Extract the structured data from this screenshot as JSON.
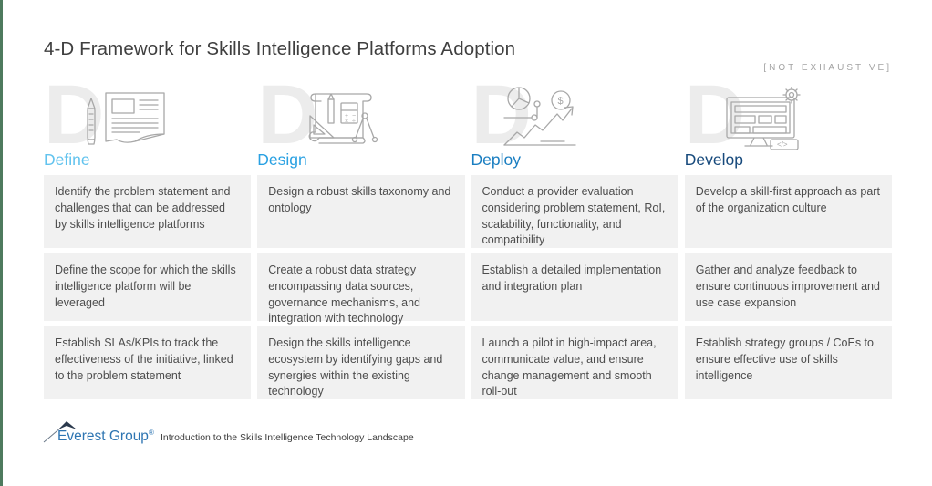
{
  "page": {
    "title": "4-D Framework for Skills Intelligence Platforms Adoption",
    "tag": "[NOT EXHAUSTIVE]",
    "accent_bar_color": "#4e7a5e"
  },
  "framework": {
    "columns": [
      {
        "label": "Define",
        "label_color": "#62c3ee",
        "icon": "document-pen-icon",
        "items": [
          "Identify the problem statement and challenges that can be addressed by skills intelligence platforms",
          "Define the scope for which the skills intelligence platform will be leveraged",
          "Establish SLAs/KPIs to track the effectiveness of the initiative, linked to the problem statement"
        ]
      },
      {
        "label": "Design",
        "label_color": "#2aa1e2",
        "icon": "blueprint-tools-icon",
        "items": [
          "Design a robust skills taxonomy and ontology",
          "Create a robust data strategy encompassing data sources, governance mechanisms, and integration with technology ecosystem",
          "Design the skills intelligence ecosystem by identifying gaps and synergies within the existing technology"
        ]
      },
      {
        "label": "Deploy",
        "label_color": "#1a7ec1",
        "icon": "growth-chart-money-icon",
        "items": [
          "Conduct a provider evaluation considering problem statement, RoI, scalability, functionality, and compatibility",
          "Establish a detailed implementation and integration plan",
          "Launch a pilot in high-impact area, communicate value, and ensure change management and smooth roll-out"
        ]
      },
      {
        "label": "Develop",
        "label_color": "#174a7c",
        "icon": "monitor-gear-code-icon",
        "items": [
          "Develop a skill-first approach as part of the organization culture",
          "Gather and analyze feedback to ensure continuous improvement and use case expansion",
          "Establish strategy groups / CoEs to ensure effective use of skills intelligence"
        ]
      }
    ],
    "big_letter": "D"
  },
  "footer": {
    "logo_text": "Everest Group",
    "logo_registered": "®",
    "caption": "Introduction to the Skills Intelligence Technology Landscape"
  }
}
